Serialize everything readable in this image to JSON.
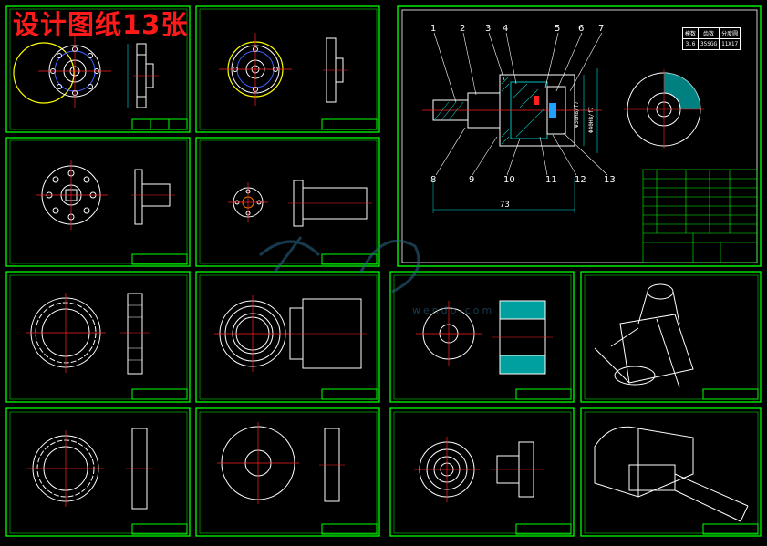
{
  "banner": {
    "title": "设计图纸13张"
  },
  "assembly": {
    "part_numbers": [
      "1",
      "2",
      "3",
      "4",
      "5",
      "6",
      "7",
      "8",
      "9",
      "10",
      "11",
      "12",
      "13"
    ],
    "dim_width": "73",
    "dim_vertical_1": "Φ30H8/f7",
    "dim_vertical_2": "Φ40H8/f7",
    "spec_table": {
      "header": [
        "模数",
        "齿数",
        "分度圆"
      ],
      "values": [
        "3.6",
        "35SGG",
        "11X17"
      ]
    }
  },
  "watermark": {
    "text": "wendo.com"
  },
  "colors": {
    "background": "#000000",
    "frame": "#00ff00",
    "lines": "#ffffff",
    "center_line": "#ff2020",
    "hatch": "#00c0c0",
    "banner": "#ff1a1a",
    "dimension": "#00e0e0",
    "yellow_outline": "#ffff00"
  }
}
